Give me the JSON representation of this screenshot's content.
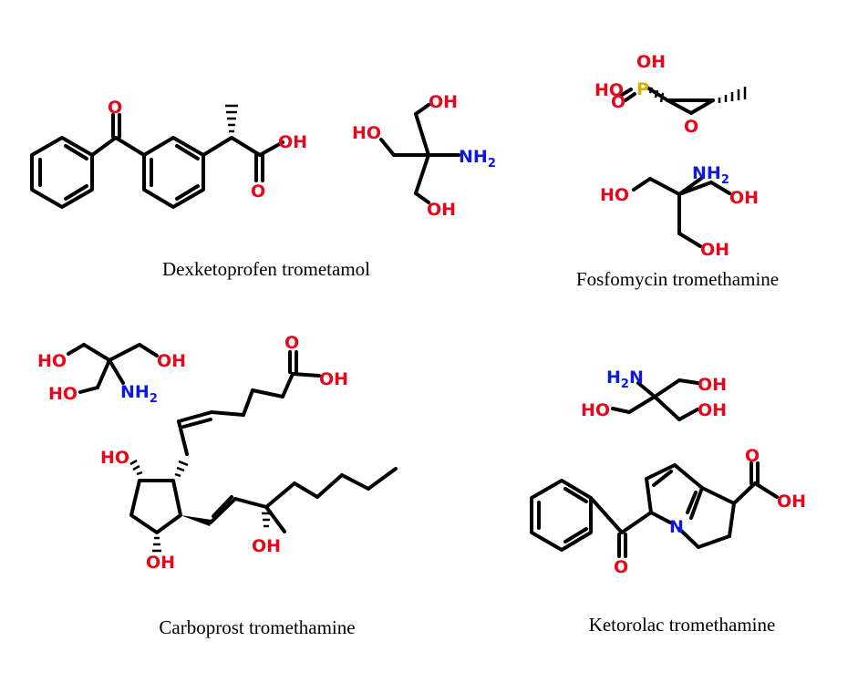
{
  "colors": {
    "oxygen": "#e8071a",
    "nitrogen": "#0d17e6",
    "phosphorus": "#d4b106",
    "bond": "#000000"
  },
  "atoms": {
    "O": "O",
    "OH": "OH",
    "HO": "HO",
    "N": "N",
    "NH": "NH",
    "H": "H",
    "P": "P",
    "two": "2"
  },
  "compounds": [
    {
      "name": "Dexketoprofen trometamol"
    },
    {
      "name": "Fosfomycin tromethamine"
    },
    {
      "name": "Carboprost tromethamine"
    },
    {
      "name": "Ketorolac tromethamine"
    }
  ]
}
